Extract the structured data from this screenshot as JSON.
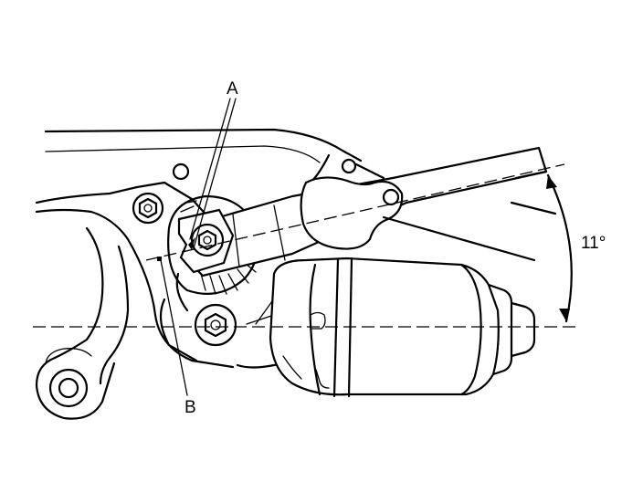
{
  "labels": {
    "a": "A",
    "b": "B",
    "angle": "11°"
  }
}
